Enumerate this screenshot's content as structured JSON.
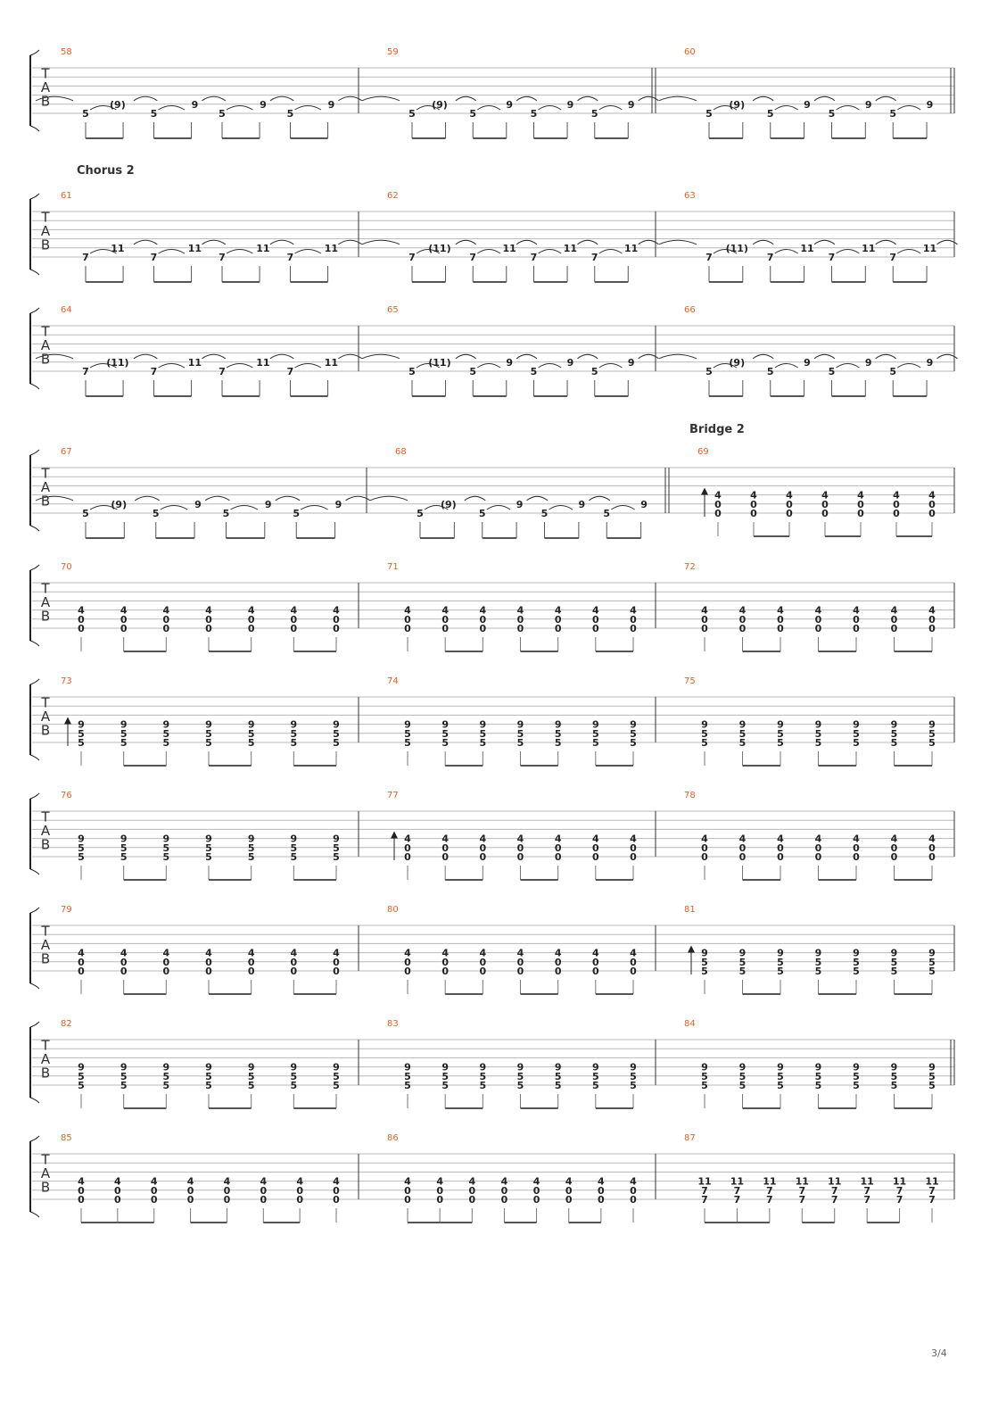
{
  "page_indicator": "3/4",
  "tab_clef": [
    "T",
    "A",
    "B"
  ],
  "systems": [
    {
      "measures": [
        {
          "num": "58",
          "pattern": "A",
          "first_fret": "(9)",
          "tie_in": true,
          "tie_out": true,
          "end_dbl": false
        },
        {
          "num": "59",
          "pattern": "A",
          "first_fret": "(9)",
          "tie_in": true,
          "tie_out": true,
          "end_dbl": true
        },
        {
          "num": "60",
          "pattern": "A",
          "first_fret": "(9)",
          "tie_in": true,
          "tie_out": false,
          "end_final": true
        }
      ]
    },
    {
      "section": "Chorus 2",
      "measures": [
        {
          "num": "61",
          "pattern": "C",
          "first_fret": "11",
          "tie_in": false,
          "tie_out": true
        },
        {
          "num": "62",
          "pattern": "C",
          "first_fret": "(11)",
          "tie_in": true,
          "tie_out": true
        },
        {
          "num": "63",
          "pattern": "C",
          "first_fret": "(11)",
          "tie_in": true,
          "tie_out": true
        }
      ]
    },
    {
      "measures": [
        {
          "num": "64",
          "pattern": "C",
          "first_fret": "(11)",
          "tie_in": true,
          "tie_out": true
        },
        {
          "num": "65",
          "pattern": "A",
          "first_fret": "(11)",
          "tie_in": true,
          "tie_out": true
        },
        {
          "num": "66",
          "pattern": "A",
          "first_fret": "(9)",
          "tie_in": true,
          "tie_out": true
        }
      ]
    },
    {
      "section": "Bridge 2",
      "measures": [
        {
          "num": "67",
          "pattern": "A",
          "first_fret": "(9)",
          "tie_in": true,
          "tie_out": true
        },
        {
          "num": "68",
          "pattern": "A",
          "first_fret": "(9)",
          "tie_in": true,
          "tie_out": false,
          "end_dbl": true
        },
        {
          "num": "69",
          "pattern": "B1",
          "arrow": true
        }
      ]
    },
    {
      "measures": [
        {
          "num": "70",
          "pattern": "B1"
        },
        {
          "num": "71",
          "pattern": "B1"
        },
        {
          "num": "72",
          "pattern": "B1"
        }
      ]
    },
    {
      "measures": [
        {
          "num": "73",
          "pattern": "B2",
          "arrow": true
        },
        {
          "num": "74",
          "pattern": "B2"
        },
        {
          "num": "75",
          "pattern": "B2"
        }
      ]
    },
    {
      "measures": [
        {
          "num": "76",
          "pattern": "B2"
        },
        {
          "num": "77",
          "pattern": "B1",
          "arrow": true
        },
        {
          "num": "78",
          "pattern": "B1"
        }
      ]
    },
    {
      "measures": [
        {
          "num": "79",
          "pattern": "B1"
        },
        {
          "num": "80",
          "pattern": "B1"
        },
        {
          "num": "81",
          "pattern": "B2",
          "arrow": true
        }
      ]
    },
    {
      "measures": [
        {
          "num": "82",
          "pattern": "B2"
        },
        {
          "num": "83",
          "pattern": "B2"
        },
        {
          "num": "84",
          "pattern": "B2",
          "end_final": true
        }
      ]
    },
    {
      "measures": [
        {
          "num": "85",
          "pattern": "B3"
        },
        {
          "num": "86",
          "pattern": "B3"
        },
        {
          "num": "87",
          "pattern": "B4"
        }
      ]
    }
  ],
  "patterns": {
    "A": {
      "low": "5",
      "high": "9",
      "high_string": 4,
      "low_string": 5
    },
    "C": {
      "low": "7",
      "high": "11",
      "high_string": 4,
      "low_string": 5
    },
    "B1": {
      "chord": [
        "4",
        "0",
        "0"
      ],
      "strings": [
        3,
        4,
        5
      ],
      "count": 7
    },
    "B2": {
      "chord": [
        "9",
        "5",
        "5"
      ],
      "strings": [
        3,
        4,
        5
      ],
      "count": 7
    },
    "B3": {
      "chord": [
        "4",
        "0",
        "0"
      ],
      "strings": [
        3,
        4,
        5
      ],
      "count": 8
    },
    "B4": {
      "chord": [
        "11",
        "7",
        "7"
      ],
      "strings": [
        3,
        4,
        5
      ],
      "count": 8
    }
  }
}
